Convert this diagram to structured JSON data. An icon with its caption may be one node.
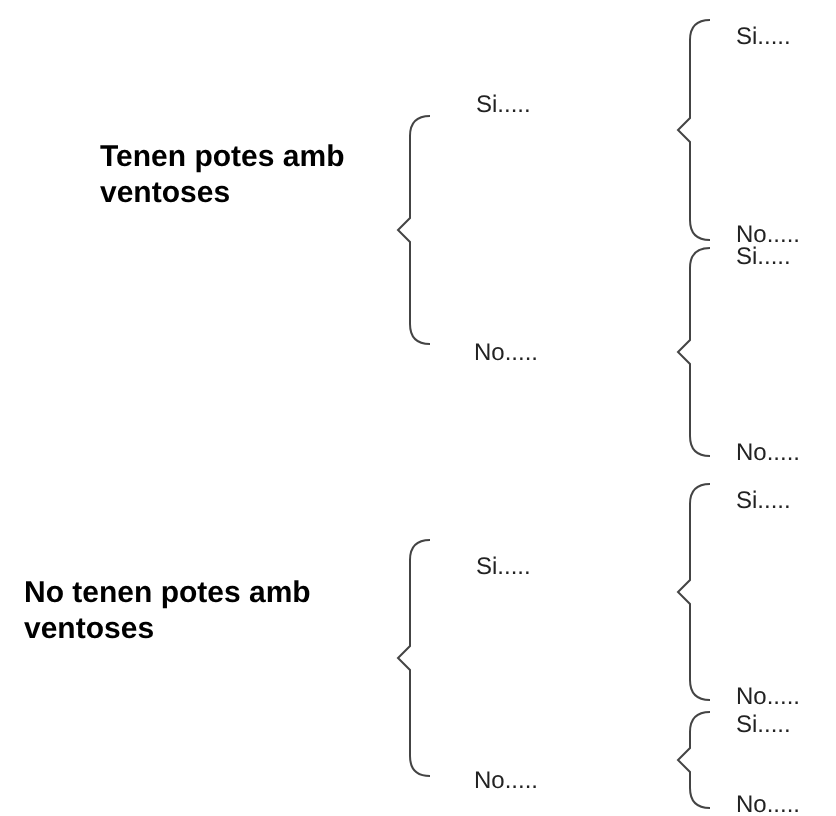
{
  "diagram": {
    "labels": [
      "Si.....",
      "Si.....",
      "Tenen potes amb ventoses",
      "No.....",
      "Si.....",
      "No.....",
      "No.....",
      "Si.....",
      "Si.....",
      "No tenen potes amb ventoses",
      "No.....",
      "Si.....",
      "No.....",
      "No....."
    ]
  }
}
